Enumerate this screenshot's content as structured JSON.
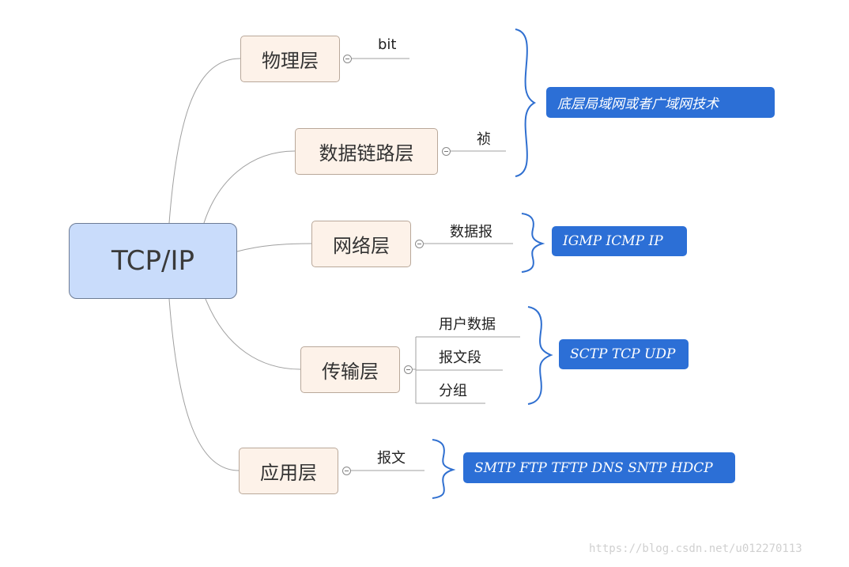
{
  "root": {
    "label": "TCP/IP"
  },
  "layers": [
    {
      "label": "物理层",
      "units": [
        "bit"
      ]
    },
    {
      "label": "数据链路层",
      "units": [
        "祯"
      ]
    },
    {
      "label": "网络层",
      "units": [
        "数据报"
      ]
    },
    {
      "label": "传输层",
      "units": [
        "用户数据",
        "报文段",
        "分组"
      ]
    },
    {
      "label": "应用层",
      "units": [
        "报文"
      ]
    }
  ],
  "protocols": [
    {
      "label": "底层局域网或者广域网技术"
    },
    {
      "label": "IGMP ICMP IP"
    },
    {
      "label": "SCTP TCP UDP"
    },
    {
      "label": "SMTP FTP TFTP DNS  SNTP   HDCP"
    }
  ],
  "watermark": "https://blog.csdn.net/u012270113",
  "colors": {
    "root_fill": "#c9dcfb",
    "layer_fill": "#fdf2e9",
    "protocol_fill": "#2c6fd6",
    "brace": "#2f6fd0",
    "connector": "#a0a0a0"
  }
}
